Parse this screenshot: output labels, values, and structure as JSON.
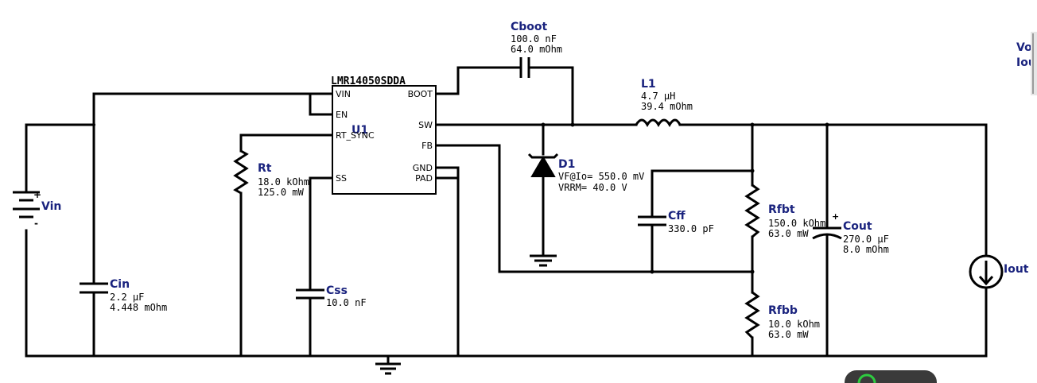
{
  "components": {
    "u1": {
      "part": "LMR14050SDDA",
      "ref": "U1",
      "pins": {
        "vin": "VIN",
        "en": "EN",
        "rt": "RT_SYNC",
        "ss": "SS",
        "boot": "BOOT",
        "sw": "SW",
        "fb": "FB",
        "gnd": "GND",
        "pad": "PAD"
      }
    },
    "cboot": {
      "ref": "Cboot",
      "v1": "100.0 nF",
      "v2": "64.0 mOhm"
    },
    "l1": {
      "ref": "L1",
      "v1": "4.7 µH",
      "v2": "39.4 mOhm"
    },
    "d1": {
      "ref": "D1",
      "v1": "VF@Io=  550.0 mV",
      "v2": "VRRM=  40.0 V"
    },
    "cff": {
      "ref": "Cff",
      "v1": "330.0 pF"
    },
    "rt": {
      "ref": "Rt",
      "v1": "18.0 kOhm",
      "v2": "125.0 mW"
    },
    "cin": {
      "ref": "Cin",
      "v1": "2.2 µF",
      "v2": "4.448 mOhm"
    },
    "css": {
      "ref": "Css",
      "v1": "10.0 nF"
    },
    "rfbt": {
      "ref": "Rfbt",
      "v1": "150.0 kOhm",
      "v2": "63.0 mW"
    },
    "rfbb": {
      "ref": "Rfbb",
      "v1": "10.0 kOhm",
      "v2": "63.0 mW"
    },
    "cout": {
      "ref": "Cout",
      "v1": "270.0 µF",
      "v2": "8.0 mOhm"
    },
    "vin": {
      "ref": "Vin"
    },
    "iout": {
      "ref": "Iout"
    }
  },
  "probes": {
    "vout": "Vout",
    "iout": "Iout"
  }
}
